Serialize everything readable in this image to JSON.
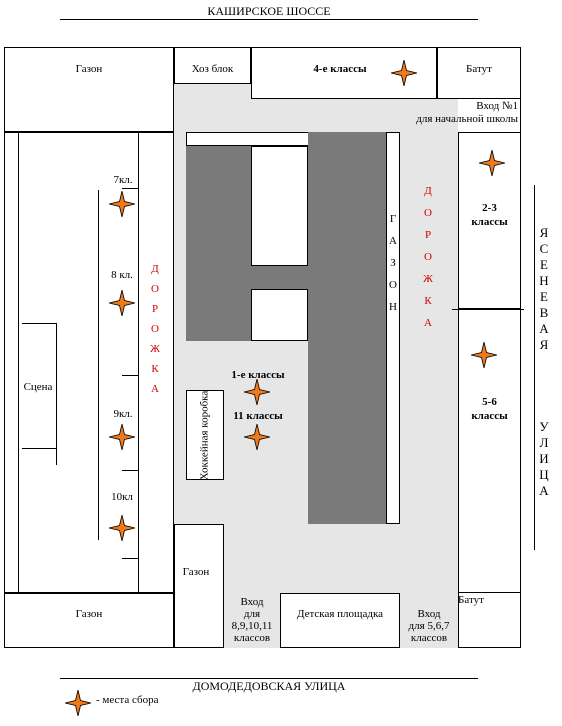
{
  "roads": {
    "top": "КАШИРСКОЕ ШОССЕ",
    "bottom": "ДОМОДЕДОВСКАЯ УЛИЦА",
    "right": "ЯСЕНЕВАЯ УЛИЦА"
  },
  "areas": {
    "lawn_top_left": "Газон",
    "lawn_bottom_left": "Газон",
    "lawn_bottom_mid": "Газон",
    "utility_block": "Хоз блок",
    "grade4": "4-е классы",
    "trampoline_top": "Батут",
    "trampoline_bottom": "Батут",
    "entrance1_line1": "Вход №1",
    "entrance1_line2": "для начальной школы",
    "grade23_line1": "2-3",
    "grade23_line2": "классы",
    "grade56_line1": "5-6",
    "grade56_line2": "классы",
    "stage": "Сцена",
    "grade1": "1-е классы",
    "grade11": "11 классы",
    "hockey": "Хоккейная коробка",
    "playground": "Детская площадка",
    "entrance_8_11": [
      "Вход",
      "для",
      "8,9,10,11",
      "классов"
    ],
    "entrance_5_7": [
      "Вход",
      "для 5,6,7",
      "классов"
    ],
    "class7": "7кл.",
    "class8": "8 кл.",
    "class9": "9кл.",
    "class10": "10кл"
  },
  "vertical_labels": {
    "path_left": [
      "Д",
      "О",
      "Р",
      "О",
      "Ж",
      "К",
      "А"
    ],
    "path_right": [
      "Д",
      "О",
      "Р",
      "О",
      "Ж",
      "К",
      "А"
    ],
    "lawn_mid": [
      "Г",
      "А",
      "З",
      "О",
      "Н"
    ],
    "street_right_1": [
      "Я",
      "С",
      "Е",
      "Н",
      "Е",
      "В",
      "А",
      "Я"
    ],
    "street_right_2": [
      "У",
      "Л",
      "И",
      "Ц",
      "А"
    ]
  },
  "legend": {
    "label": "- места сбора",
    "icon": "star-icon"
  },
  "colors": {
    "star_fill": "#f07a1a",
    "path_text": "#d00000",
    "building": "#7a7a7a",
    "yard": "#e6e6e6"
  }
}
